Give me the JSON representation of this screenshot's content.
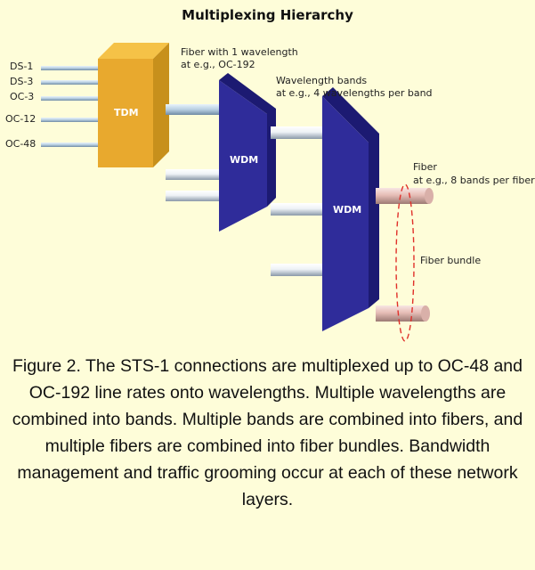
{
  "title": "Multiplexing Hierarchy",
  "signals": [
    "DS-1",
    "DS-3",
    "OC-3",
    "OC-12",
    "OC-48"
  ],
  "boxes": {
    "tdm": "TDM",
    "wdm1": "WDM",
    "wdm2": "WDM"
  },
  "labels": {
    "fiber_one": "Fiber with 1 wavelength",
    "fiber_one_eg": "at e.g., OC-192",
    "bands": "Wavelength bands",
    "bands_eg": "at e.g., 4 wavelengths per band",
    "fiber": "Fiber",
    "fiber_eg": "at e.g., 8 bands per fiber",
    "bundle": "Fiber bundle"
  },
  "caption": "Figure 2. The STS-1 connections are multiplexed up to OC-48 and OC-192 line rates onto wavelengths. Multiple wavelengths are combined into bands. Multiple bands are combined into fibers, and multiple fibers are combined into fiber bundles. Bandwidth management and traffic grooming occur at each of these network layers."
}
